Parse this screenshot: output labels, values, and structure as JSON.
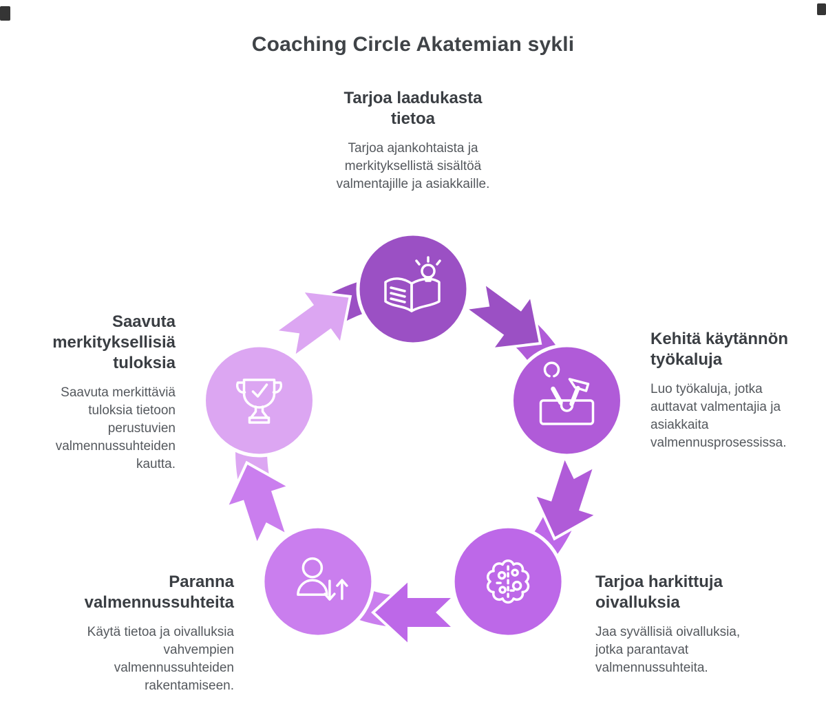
{
  "title": "Coaching Circle Akatemian sykli",
  "colors": {
    "heading_text": "#3a3e43",
    "body_text": "#54585d",
    "title_text": "#3f4347"
  },
  "steps": [
    {
      "title": "Tarjoa laadukasta tietoa",
      "description": "Tarjoa ajankohtaista ja merkityksellistä sisältöä valmentajille ja asiakkaille.",
      "icon": "book-lightbulb-icon",
      "color": "#9b50c4"
    },
    {
      "title": "Kehitä käytännön työkaluja",
      "description": "Luo työkaluja, jotka auttavat valmentajia ja asiakkaita valmennusprosessissa.",
      "icon": "tools-icon",
      "color": "#b05bd8"
    },
    {
      "title": "Tarjoa harkittuja oivalluksia",
      "description": "Jaa syvällisiä oivalluksia, jotka parantavat valmennussuhteita.",
      "icon": "brain-icon",
      "color": "#bd68e8"
    },
    {
      "title": "Paranna valmennussuhteita",
      "description": "Käytä tietoa ja oivalluksia vahvempien valmennussuhteiden rakentamiseen.",
      "icon": "person-sync-icon",
      "color": "#ca7eee"
    },
    {
      "title": "Saavuta merkityksellisiä tuloksia",
      "description": "Saavuta merkittäviä tuloksia tietoon perustuvien valmennussuhteiden kautta.",
      "icon": "trophy-icon",
      "color": "#dca6f2"
    }
  ]
}
